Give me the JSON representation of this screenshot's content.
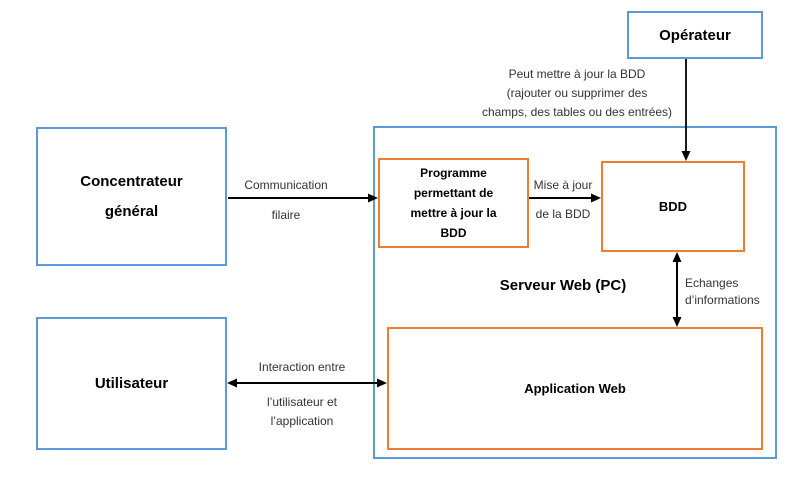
{
  "colors": {
    "blue": "#5B9BD5",
    "orange": "#ED7D31",
    "arrow": "#000000"
  },
  "boxes": {
    "operator": {
      "label": "Opérateur"
    },
    "concentrator": {
      "lines": [
        "Concentrateur",
        "général"
      ]
    },
    "user": {
      "label": "Utilisateur"
    },
    "server": {
      "label": "Serveur Web (PC)"
    },
    "program": {
      "lines": [
        "Programme",
        "permettant de",
        "mettre à jour la",
        "BDD"
      ]
    },
    "bdd": {
      "label": "BDD"
    },
    "app": {
      "label": "Application Web"
    }
  },
  "annotations": {
    "operator_note": {
      "lines": [
        "Peut mettre à jour la BDD",
        "(rajouter ou supprimer des",
        "champs, des tables ou des entrées)"
      ]
    },
    "communication": {
      "line1": "Communication",
      "line2": "filaire"
    },
    "update": {
      "line1": "Mise à jour",
      "line2": "de la  BDD"
    },
    "exchanges": {
      "lines": [
        "Echanges",
        "d’informations"
      ]
    },
    "interaction": {
      "line1": "Interaction entre",
      "lines_below": [
        "l’utilisateur et",
        "l’application"
      ]
    }
  }
}
